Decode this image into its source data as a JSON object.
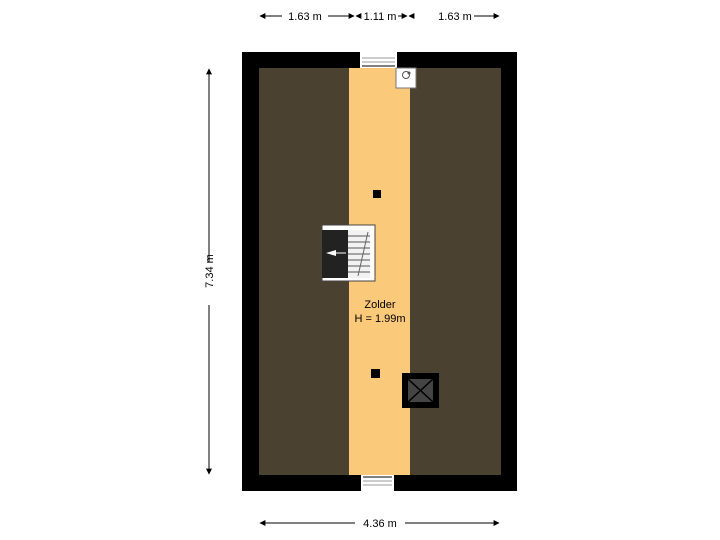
{
  "room": {
    "name": "Zolder",
    "height_label": "H = 1.99m"
  },
  "dimensions": {
    "top_left": "1.63 m",
    "top_middle": "1.11 m",
    "top_right": "1.63 m",
    "bottom_total": "4.36 m",
    "left_total": "7.34 m"
  },
  "colors": {
    "wall": "#000000",
    "floor_sloped": "#4b4131",
    "floor_walkable": "#fbc97a",
    "window": "#ffffff"
  }
}
